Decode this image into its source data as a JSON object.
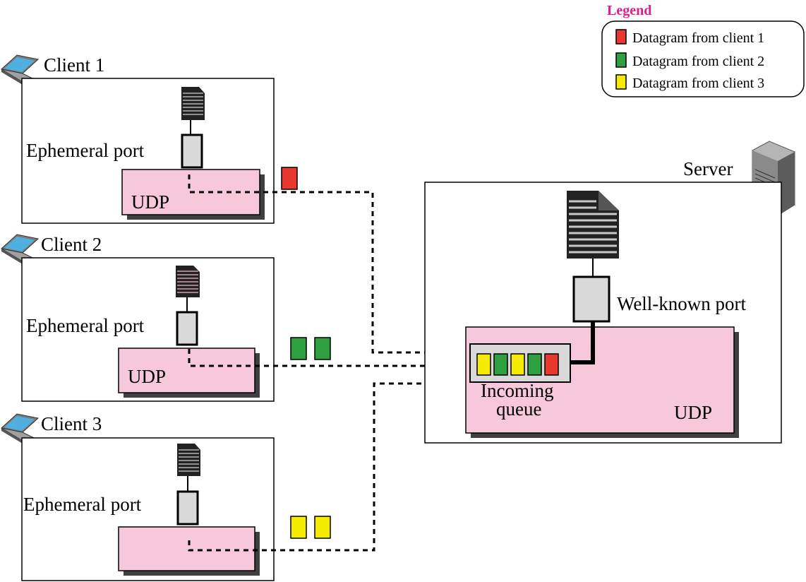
{
  "legend": {
    "title": "Legend",
    "items": [
      {
        "label": "Datagram from client 1",
        "color": "#e8392f"
      },
      {
        "label": "Datagram from client 2",
        "color": "#2fa040"
      },
      {
        "label": "Datagram from client 3",
        "color": "#f5eb00"
      }
    ]
  },
  "clients": [
    {
      "name": "Client 1",
      "port_label": "Ephemeral port",
      "udp_label": "UDP"
    },
    {
      "name": "Client 2",
      "port_label": "Ephemeral port",
      "udp_label": "UDP"
    },
    {
      "name": "Client 3",
      "port_label": "Ephemeral port",
      "udp_label": ""
    }
  ],
  "server": {
    "name": "Server",
    "port_label": "Well-known port",
    "udp_label": "UDP",
    "queue_label_line1": "Incoming",
    "queue_label_line2": "queue"
  },
  "colors": {
    "udp_fill": "#f7c8dc",
    "port_fill": "#d9d9d9",
    "legend_title": "#e0208a",
    "shadow": "#404040"
  }
}
